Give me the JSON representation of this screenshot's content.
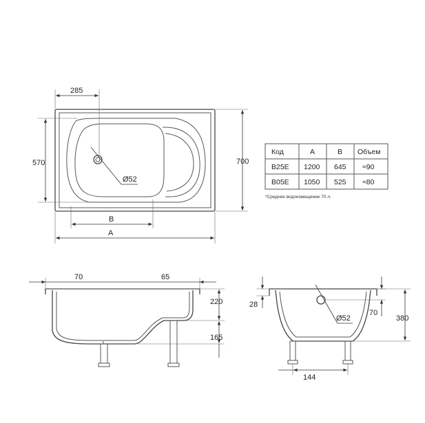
{
  "top_view": {
    "dim_width_top": "285",
    "dim_height_inner": "570",
    "dim_height_outer": "700",
    "drain_diameter": "Ø52",
    "dim_b": "B",
    "dim_a": "A"
  },
  "spec_table": {
    "headers": [
      "Код",
      "A",
      "B",
      "Объем"
    ],
    "rows": [
      [
        "B25E",
        "1200",
        "645",
        "≈90"
      ],
      [
        "B05E",
        "1050",
        "525",
        "≈80"
      ]
    ],
    "footnote": "*Среднее водоизмещение 70 л."
  },
  "side_view": {
    "dim_left_offset": "70",
    "dim_right_offset": "65",
    "dim_upper_depth": "220",
    "dim_lower_depth": "165"
  },
  "end_view": {
    "dim_rim": "28",
    "drain_diameter": "Ø52",
    "dim_drain_offset": "70",
    "dim_height": "380",
    "dim_legs": "144"
  }
}
